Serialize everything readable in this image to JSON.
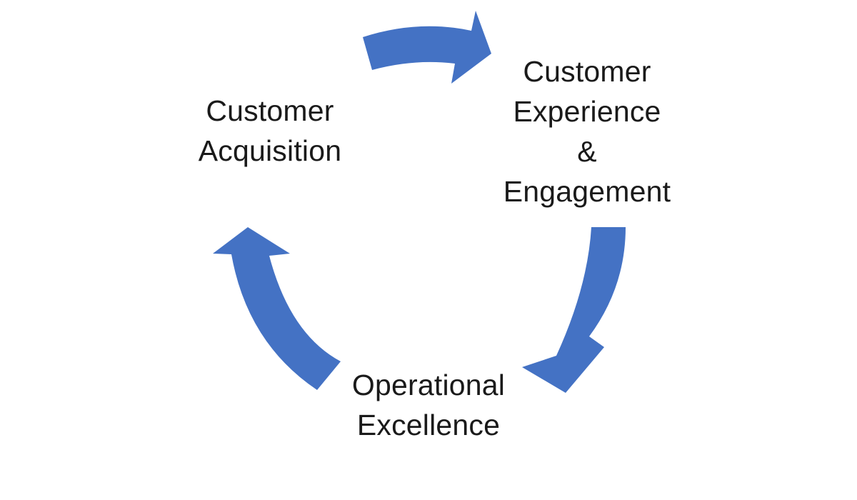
{
  "diagram": {
    "type": "cycle",
    "direction": "clockwise",
    "arrow_color": "#4472C4",
    "text_color": "#1a1a1a",
    "background": "#ffffff",
    "nodes": [
      {
        "id": "acquisition",
        "lines": [
          "Customer",
          "Acquisition"
        ]
      },
      {
        "id": "experience",
        "lines": [
          "Customer",
          "Experience",
          "&",
          "Engagement"
        ]
      },
      {
        "id": "operations",
        "lines": [
          "Operational",
          "Excellence"
        ]
      }
    ],
    "arrows": [
      {
        "from": "acquisition",
        "to": "experience"
      },
      {
        "from": "experience",
        "to": "operations"
      },
      {
        "from": "operations",
        "to": "acquisition"
      }
    ]
  }
}
